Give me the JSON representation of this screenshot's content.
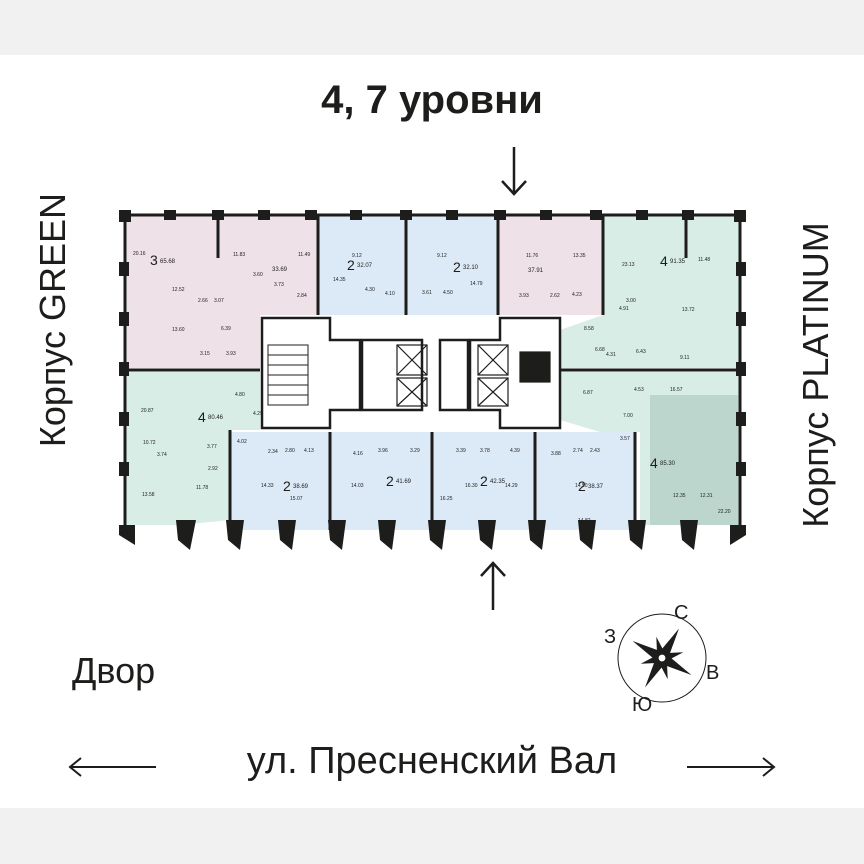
{
  "title": "4, 7 уровни",
  "building_left": "Корпус GREEN",
  "building_right": "Корпус PLATINUM",
  "courtyard": "Двор",
  "street": "ул. Пресненский Вал",
  "compass": {
    "north": "С",
    "west": "З",
    "east": "В",
    "south": "Ю"
  },
  "icons": {
    "top_arrow": "arrow-down-icon",
    "bottom_arrow": "arrow-up-icon",
    "left_arrow": "arrow-left-icon",
    "right_arrow": "arrow-right-icon",
    "compass": "compass-rose-icon"
  },
  "colors": {
    "pink": "#efe1e8",
    "blue": "#dce9f6",
    "green": "#d9ede7",
    "green_dark": "#bcd6ce",
    "wall": "#1d1d1b"
  },
  "apartments": [
    {
      "id": "top-left",
      "rooms": "3",
      "area": "65.68",
      "color": "pink"
    },
    {
      "id": "top-pink-2",
      "rooms": "",
      "area": "33.69",
      "color": "pink"
    },
    {
      "id": "top-blue-1",
      "rooms": "2",
      "area": "32.07",
      "color": "blue"
    },
    {
      "id": "top-blue-2",
      "rooms": "2",
      "area": "32.10",
      "color": "blue"
    },
    {
      "id": "top-pink-3",
      "rooms": "",
      "area": "37.91",
      "color": "pink"
    },
    {
      "id": "top-right",
      "rooms": "4",
      "area": "91.35",
      "color": "green"
    },
    {
      "id": "bottom-left",
      "rooms": "4",
      "area": "80.46",
      "color": "green"
    },
    {
      "id": "bottom-blue-1",
      "rooms": "2",
      "area": "38.69",
      "color": "blue"
    },
    {
      "id": "bottom-blue-2",
      "rooms": "2",
      "area": "41.69",
      "color": "blue"
    },
    {
      "id": "bottom-blue-3",
      "rooms": "2",
      "area": "42.35",
      "color": "blue"
    },
    {
      "id": "bottom-blue-4",
      "rooms": "2",
      "area": "38.37",
      "color": "blue"
    },
    {
      "id": "bottom-right",
      "rooms": "4",
      "area": "85.30",
      "color": "green"
    }
  ],
  "room_areas": [
    "20.16",
    "12.52",
    "2.66",
    "3.07",
    "13.60",
    "6.39",
    "3.15",
    "3.93",
    "11.83",
    "3.60",
    "3.73",
    "2.84",
    "11.49",
    "14.35",
    "9.12",
    "4.30",
    "4.10",
    "9.12",
    "3.61",
    "4.50",
    "14.79",
    "11.76",
    "13.35",
    "3.93",
    "2.62",
    "4.23",
    "23.13",
    "11.48",
    "3.00",
    "4.91",
    "13.72",
    "8.58",
    "6.68",
    "4.31",
    "6.43",
    "9.11",
    "20.87",
    "4.80",
    "4.25",
    "10.72",
    "3.74",
    "4.02",
    "2.92",
    "3.77",
    "11.78",
    "13.58",
    "2.34",
    "2.80",
    "4.13",
    "14.33",
    "15.07",
    "4.16",
    "3.96",
    "3.29",
    "14.03",
    "16.25",
    "3.39",
    "3.78",
    "4.39",
    "16.30",
    "14.29",
    "3.88",
    "2.74",
    "2.43",
    "14.50",
    "14.82",
    "6.87",
    "7.00",
    "4.53",
    "16.57",
    "3.57",
    "12.35",
    "12.31",
    "22.20"
  ]
}
